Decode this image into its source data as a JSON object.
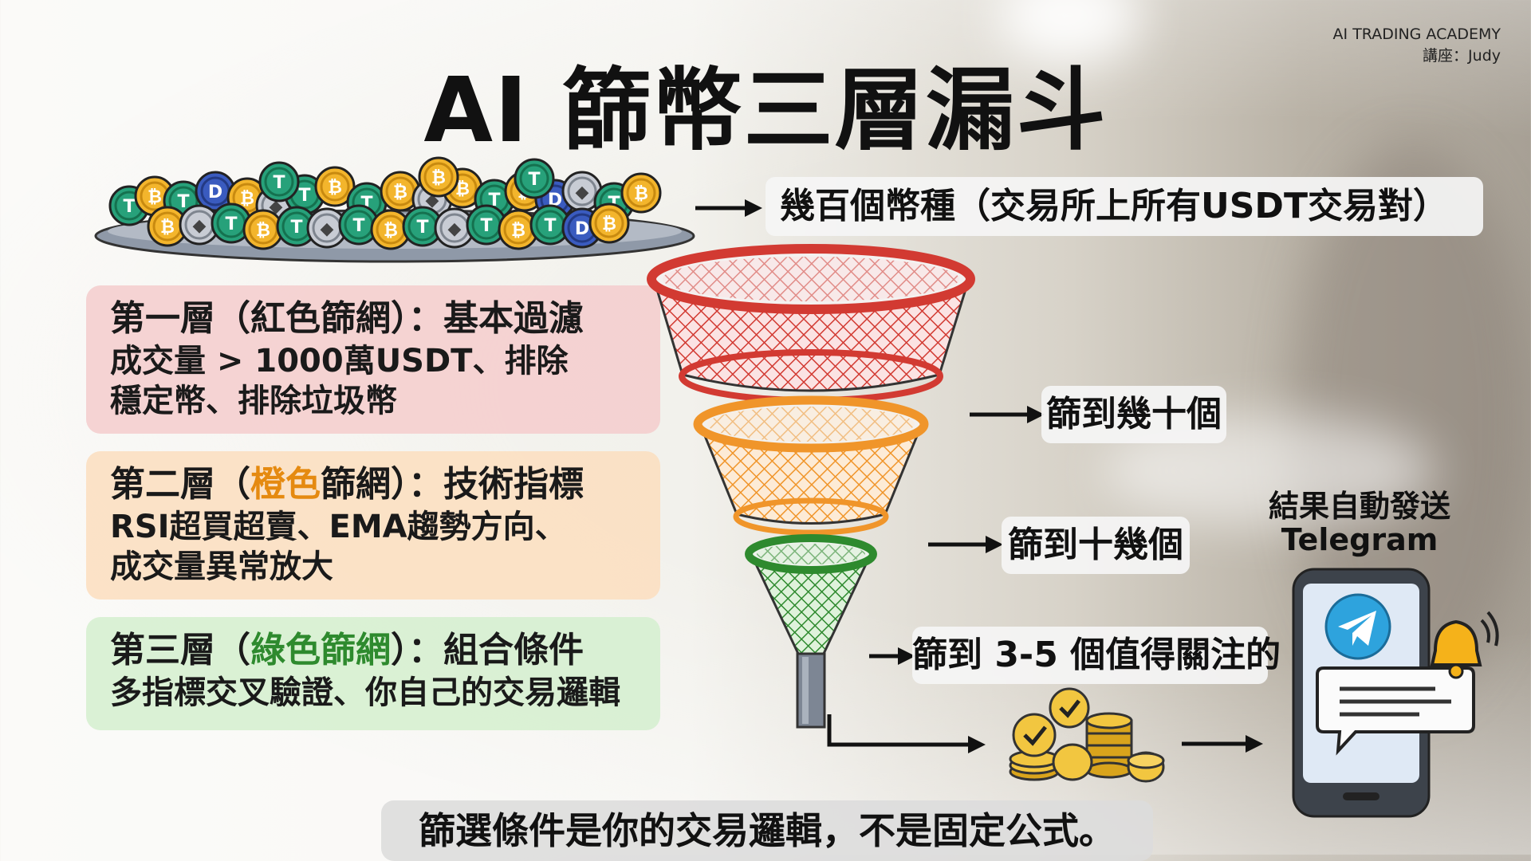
{
  "brand": {
    "line1": "AI TRADING ACADEMY",
    "line2": "講座：Judy"
  },
  "title": "AI 篩幣三層漏斗",
  "top_label": "幾百個幣種（交易所上所有USDT交易對）",
  "layers": [
    {
      "head_prefix": "第一層（紅色篩網）：基本過濾",
      "line1": "成交量 > 1000萬USDT、排除",
      "line2": "穩定幣、排除垃圾幣",
      "color": "#d23a32"
    },
    {
      "head_a": "第二層（",
      "head_hl": "橙色",
      "head_b": "篩網）：技術指標",
      "line1": "RSI超買超賣、EMA趨勢方向、",
      "line2": "成交量異常放大",
      "color": "#f0952a"
    },
    {
      "head_a": "第三層（",
      "head_hl": "綠色篩網",
      "head_b": "）：組合條件",
      "line1": "多指標交叉驗證、你自己的交易邏輯",
      "color": "#2e8a2e"
    }
  ],
  "results": {
    "r1": "篩到幾十個",
    "r2": "篩到十幾個",
    "r3": "篩到 3-5 個值得關注的"
  },
  "telegram": {
    "line1": "結果自動發送",
    "line2": "Telegram"
  },
  "footer": "篩選條件是你的交易邏輯，不是固定公式。",
  "icons": [
    "coin-pile-icon",
    "bitcoin-coin-icon",
    "tether-coin-icon",
    "ethereum-coin-icon",
    "funnel-red-icon",
    "funnel-orange-icon",
    "funnel-green-icon",
    "gold-coins-icon",
    "phone-icon",
    "telegram-icon",
    "bell-icon",
    "chat-bubble-icon",
    "arrow-right-icon"
  ]
}
